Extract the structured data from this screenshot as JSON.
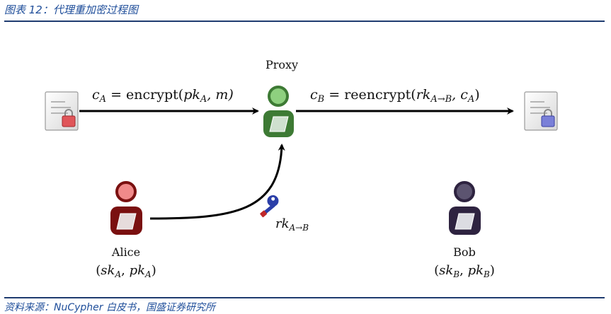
{
  "figure": {
    "title": "图表 12：代理重加密过程图",
    "source": "资料来源：NuCypher 白皮书，国盛证券研究所"
  },
  "diagram": {
    "proxy_label": "Proxy",
    "alice_label": "Alice",
    "alice_keys": {
      "open": "(",
      "sk": "sk",
      "skSub": "A",
      "comma": ", ",
      "pk": "pk",
      "pkSub": "A",
      "close": ")"
    },
    "bob_label": "Bob",
    "bob_keys": {
      "open": "(",
      "sk": "sk",
      "skSub": "B",
      "comma": ", ",
      "pk": "pk",
      "pkSub": "B",
      "close": ")"
    },
    "encrypt_label": {
      "c": "c",
      "cSub": "A",
      "eq": " = encrypt(",
      "pk": "pk",
      "pkSub": "A",
      "m": ", m)"
    },
    "reencrypt_label": {
      "c": "c",
      "cSub": "B",
      "eq": " = reencrypt(",
      "rk": "rk",
      "rkSub": "A→B",
      "ca": ", c",
      "caSub": "A",
      "close": ")"
    },
    "rekey_label": {
      "rk": "rk",
      "rkSub": "A→B"
    },
    "colors": {
      "proxy": "#3d7a34",
      "proxy_head": "#8ed07f",
      "alice": "#7a1010",
      "alice_head": "#f08a8a",
      "bob": "#2e2340",
      "bob_head": "#5c5470",
      "key": "#2b3fa8",
      "key_handle": "#c0282a",
      "lock_red": "#e0565a",
      "lock_blue": "#7a80d8"
    },
    "icons": [
      "document-red-lock-icon",
      "document-blue-lock-icon",
      "proxy-person-icon",
      "alice-person-icon",
      "bob-person-icon",
      "key-icon"
    ]
  }
}
